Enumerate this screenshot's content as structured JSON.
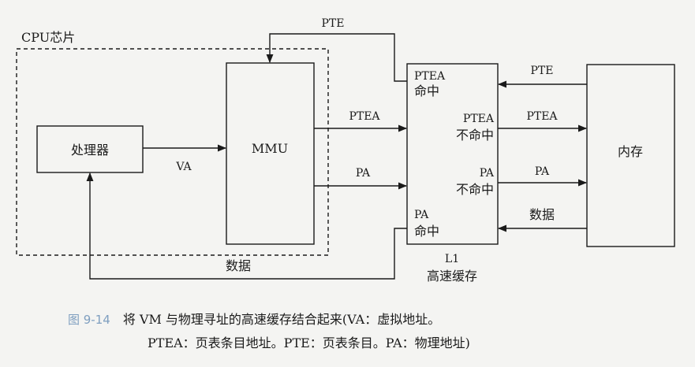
{
  "diagram": {
    "cpu_chip_label": "CPU芯片",
    "processor_label": "处理器",
    "mmu_label": "MMU",
    "memory_label": "内存",
    "cache_label_line1": "L1",
    "cache_label_line2": "高速缓存",
    "cache_sections": {
      "ptea_hit_1": "PTEA",
      "ptea_hit_2": "命中",
      "ptea_miss_1": "PTEA",
      "ptea_miss_2": "不命中",
      "pa_miss_1": "PA",
      "pa_miss_2": "不命中",
      "pa_hit_1": "PA",
      "pa_hit_2": "命中"
    },
    "arrows": {
      "pte_top": "PTE",
      "va": "VA",
      "ptea": "PTEA",
      "pa": "PA",
      "pte_from_memory": "PTE",
      "ptea_to_memory": "PTEA",
      "pa_to_memory": "PA",
      "data_from_memory": "数据",
      "data_to_processor": "数据"
    }
  },
  "caption": {
    "figure_number": "图 9-14",
    "line1": "将 VM 与物理寻址的高速缓存结合起来(VA：虚拟地址。",
    "line2": "PTEA：页表条目地址。PTE：页表条目。PA：物理地址)"
  }
}
